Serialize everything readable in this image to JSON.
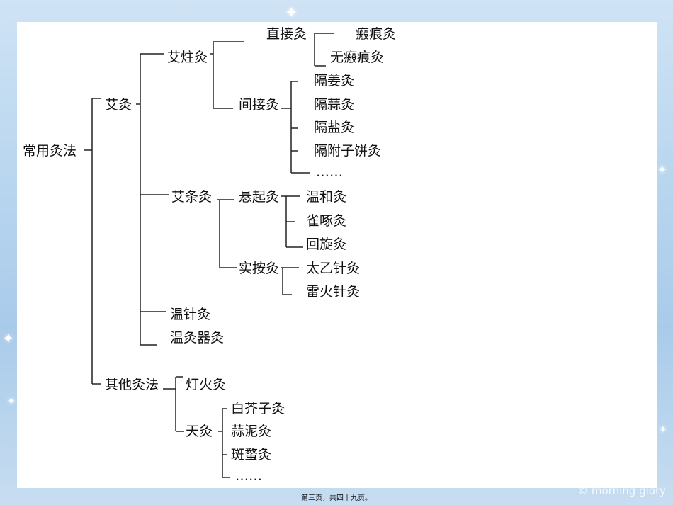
{
  "nodes": {
    "root": "常用灸法",
    "aijiu": "艾灸",
    "aizhujiu": "艾炷灸",
    "zhijiejiu": "直接灸",
    "banhenjiu": "瘢痕灸",
    "wubanhenjiu": "无瘢痕灸",
    "jianjiejiu": "间接灸",
    "gejiangjiu": "隔姜灸",
    "gesuanjiu": "隔蒜灸",
    "geyanjiu": "隔盐灸",
    "gefuzibingjiu": "隔附子饼灸",
    "ellipsis1": "……",
    "aitiaojiu": "艾条灸",
    "xuanqijiu": "悬起灸",
    "wenhejiu": "温和灸",
    "quezhuojiu": "雀啄灸",
    "huixuanjiu": "回旋灸",
    "shianjiu": "实按灸",
    "taiyizhenjiu": "太乙针灸",
    "leihuozhenjiu": "雷火针灸",
    "wenzhenjiu": "温针灸",
    "wenjiuqijiu": "温灸器灸",
    "qitajiufa": "其他灸法",
    "denghuojiu": "灯火灸",
    "tianjiu": "天灸",
    "baijiezijiu": "白芥子灸",
    "suannijiu": "蒜泥灸",
    "banmaojiu": "斑蝥灸",
    "ellipsis2": "……"
  },
  "footer": "第三页，共四十九页。",
  "watermark": "© morning glory"
}
